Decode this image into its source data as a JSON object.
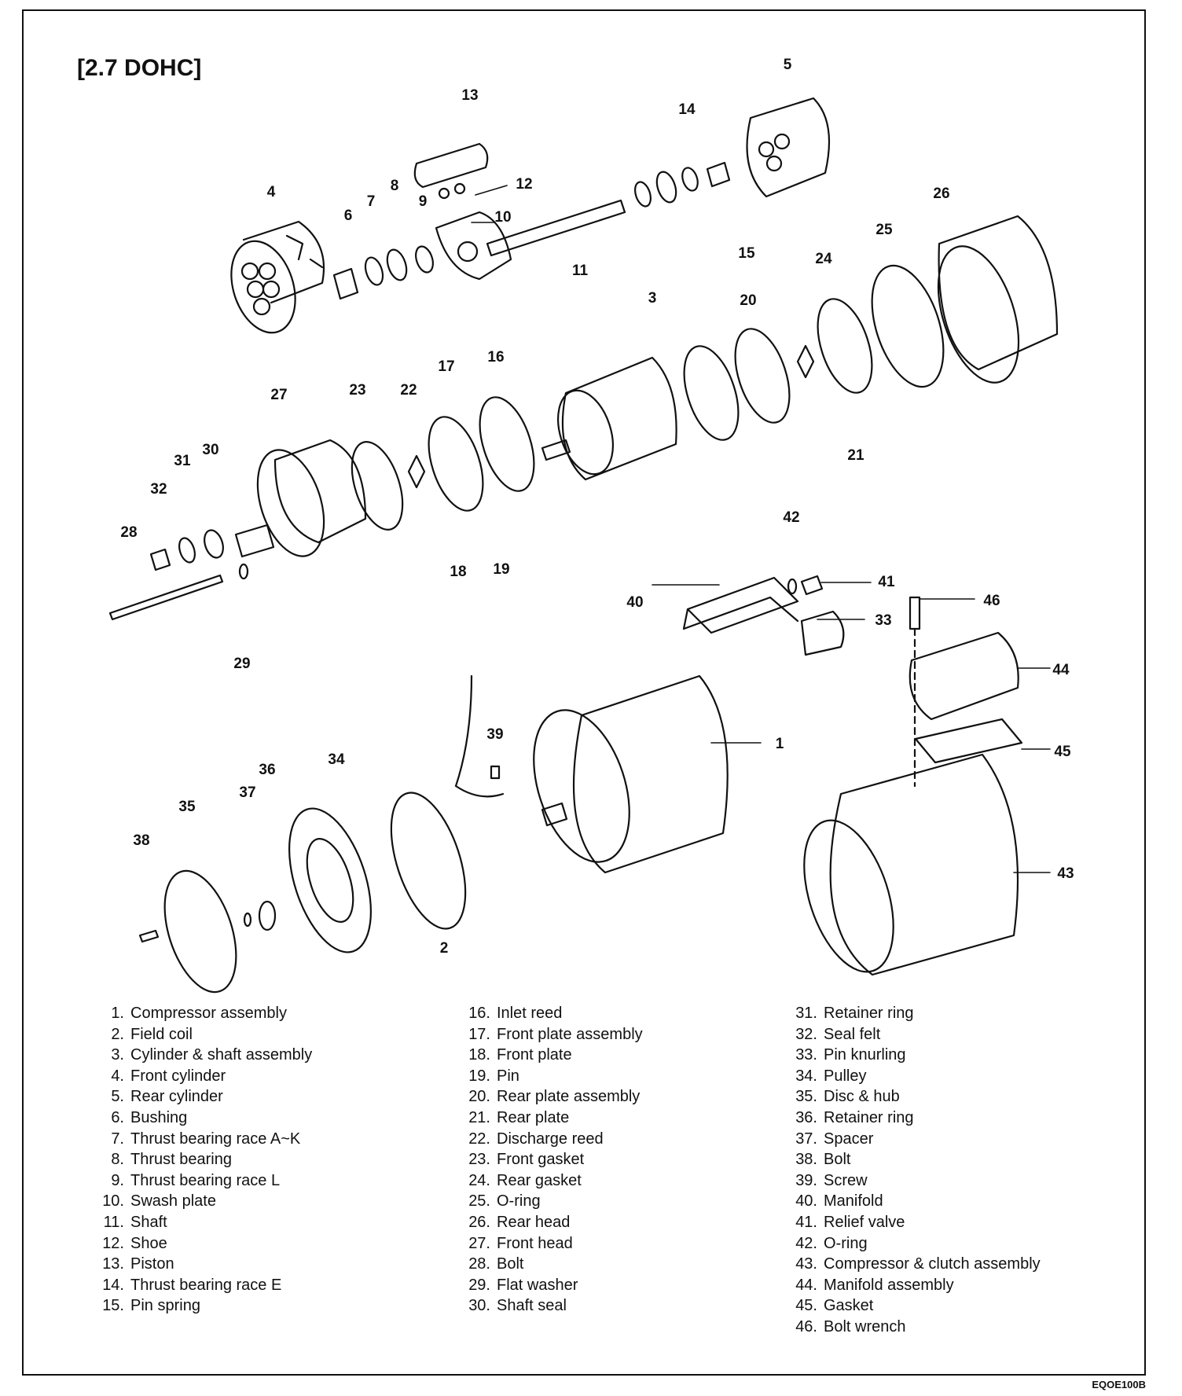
{
  "title": "[2.7 DOHC]",
  "figure_code": "EQOE100B",
  "legend": {
    "col1": [
      {
        "num": "1.",
        "label": "Compressor assembly"
      },
      {
        "num": "2.",
        "label": "Field coil"
      },
      {
        "num": "3.",
        "label": "Cylinder & shaft assembly"
      },
      {
        "num": "4.",
        "label": "Front cylinder"
      },
      {
        "num": "5.",
        "label": "Rear cylinder"
      },
      {
        "num": "6.",
        "label": "Bushing"
      },
      {
        "num": "7.",
        "label": "Thrust bearing race A~K"
      },
      {
        "num": "8.",
        "label": "Thrust bearing"
      },
      {
        "num": "9.",
        "label": "Thrust bearing race L"
      },
      {
        "num": "10.",
        "label": "Swash plate"
      },
      {
        "num": "11.",
        "label": "Shaft"
      },
      {
        "num": "12.",
        "label": "Shoe"
      },
      {
        "num": "13.",
        "label": "Piston"
      },
      {
        "num": "14.",
        "label": "Thrust bearing race E"
      },
      {
        "num": "15.",
        "label": "Pin spring"
      }
    ],
    "col2": [
      {
        "num": "16.",
        "label": "Inlet reed"
      },
      {
        "num": "17.",
        "label": "Front plate assembly"
      },
      {
        "num": "18.",
        "label": "Front plate"
      },
      {
        "num": "19.",
        "label": "Pin"
      },
      {
        "num": "20.",
        "label": "Rear plate assembly"
      },
      {
        "num": "21.",
        "label": "Rear plate"
      },
      {
        "num": "22.",
        "label": "Discharge reed"
      },
      {
        "num": "23.",
        "label": "Front gasket"
      },
      {
        "num": "24.",
        "label": "Rear gasket"
      },
      {
        "num": "25.",
        "label": "O-ring"
      },
      {
        "num": "26.",
        "label": "Rear head"
      },
      {
        "num": "27.",
        "label": "Front head"
      },
      {
        "num": "28.",
        "label": "Bolt"
      },
      {
        "num": "29.",
        "label": "Flat washer"
      },
      {
        "num": "30.",
        "label": "Shaft seal"
      }
    ],
    "col3": [
      {
        "num": "31.",
        "label": "Retainer ring"
      },
      {
        "num": "32.",
        "label": "Seal felt"
      },
      {
        "num": "33.",
        "label": "Pin knurling"
      },
      {
        "num": "34.",
        "label": "Pulley"
      },
      {
        "num": "35.",
        "label": "Disc & hub"
      },
      {
        "num": "36.",
        "label": "Retainer ring"
      },
      {
        "num": "37.",
        "label": "Spacer"
      },
      {
        "num": "38.",
        "label": "Bolt"
      },
      {
        "num": "39.",
        "label": "Screw"
      },
      {
        "num": "40.",
        "label": "Manifold"
      },
      {
        "num": "41.",
        "label": "Relief valve"
      },
      {
        "num": "42.",
        "label": "O-ring"
      },
      {
        "num": "43.",
        "label": "Compressor & clutch assembly"
      },
      {
        "num": "44.",
        "label": "Manifold assembly"
      },
      {
        "num": "45.",
        "label": "Gasket"
      },
      {
        "num": "46.",
        "label": "Bolt wrench"
      }
    ]
  },
  "callouts": [
    "1",
    "2",
    "3",
    "4",
    "5",
    "6",
    "7",
    "8",
    "9",
    "10",
    "11",
    "12",
    "13",
    "14",
    "15",
    "16",
    "17",
    "18",
    "19",
    "20",
    "21",
    "22",
    "23",
    "24",
    "25",
    "26",
    "27",
    "28",
    "29",
    "30",
    "31",
    "32",
    "33",
    "34",
    "35",
    "36",
    "37",
    "38",
    "39",
    "40",
    "41",
    "42",
    "43",
    "44",
    "45",
    "46"
  ]
}
